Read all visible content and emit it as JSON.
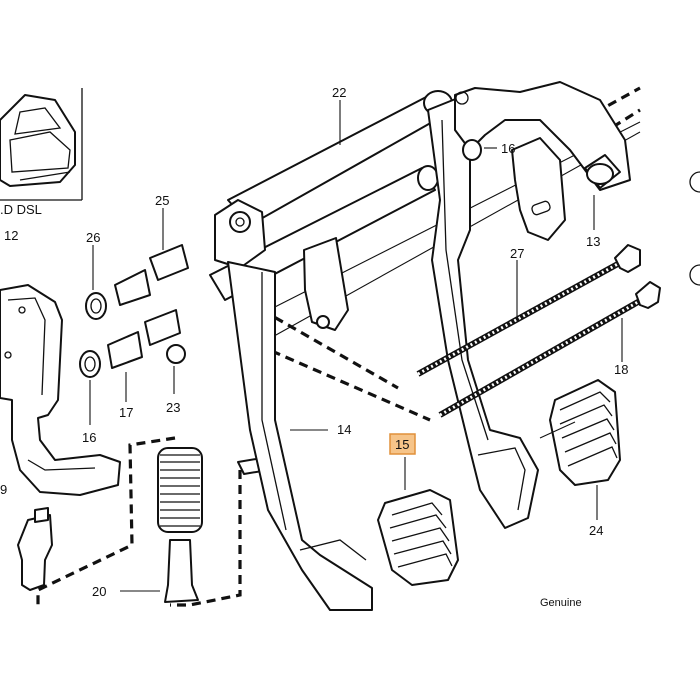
{
  "diagram": {
    "inset_label": ".D DSL",
    "watermark": "Genuine",
    "highlighted_part": "15",
    "highlight_color": "#f6c489",
    "part_labels": {
      "p22": "22",
      "p16_top": "16",
      "p25": "25",
      "p12": "12",
      "p26": "26",
      "p13": "13",
      "p27": "27",
      "p18": "18",
      "p17": "17",
      "p23": "23",
      "p16_bottom": "16",
      "p14": "14",
      "p15": "15",
      "p24": "24",
      "p20": "20",
      "p19_partial": "9"
    }
  }
}
